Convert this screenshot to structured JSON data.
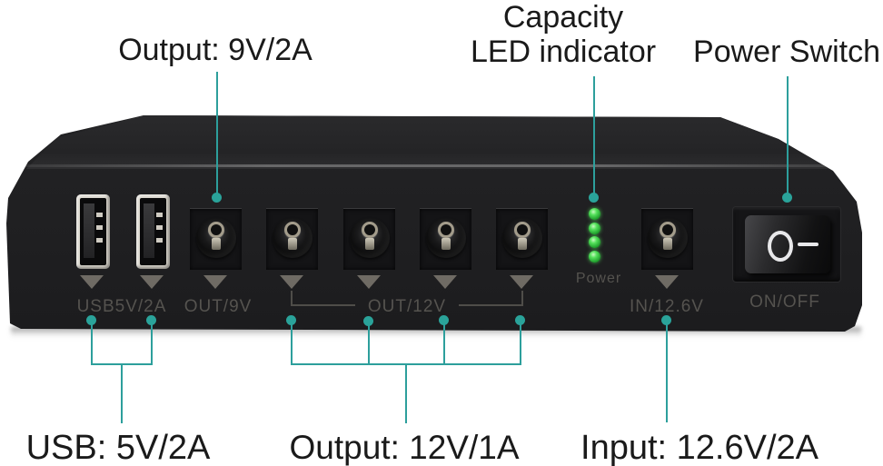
{
  "callouts": {
    "accent_color": "#2d9f9c",
    "output_9v": {
      "label": "Output: 9V/2A"
    },
    "capacity_led": {
      "line1": "Capacity",
      "line2": "LED indicator"
    },
    "power_switch": {
      "label": "Power Switch"
    },
    "usb": {
      "label": "USB: 5V/2A"
    },
    "output_12v": {
      "label": "Output: 12V/1A"
    },
    "input": {
      "label": "Input: 12.6V/2A"
    }
  },
  "device": {
    "body_color": "#202022",
    "port_labels": {
      "usb": "USB5V/2A",
      "out_9v": "OUT/9V",
      "out_12v": "OUT/12V",
      "power": "Power",
      "input": "IN/12.6V",
      "switch": "ON/OFF"
    },
    "usb_port_count": 2,
    "dc_out_12v_count": 4,
    "led": {
      "count": 4,
      "color": "#3ecf4a"
    },
    "switch_state_symbols": {
      "off": "O",
      "on": "—"
    }
  }
}
